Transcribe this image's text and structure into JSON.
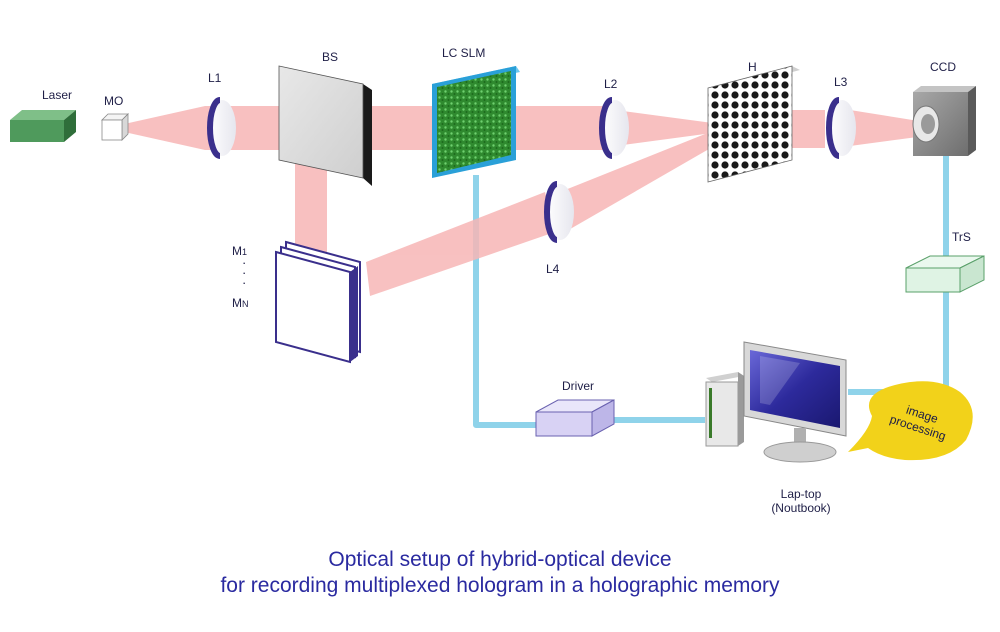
{
  "labels": {
    "laser": "Laser",
    "mo": "MO",
    "l1": "L1",
    "bs": "BS",
    "lc_slm": "LC SLM",
    "l2": "L2",
    "h": "H",
    "l3": "L3",
    "ccd": "CCD",
    "l4": "L4",
    "trs": "TrS",
    "m1_main": "M",
    "m1_sub": "1",
    "mn_main": "M",
    "mn_sub": "N",
    "ellipsis": "·",
    "driver": "Driver",
    "laptop_line1": "Lap-top",
    "laptop_line2": "(Noutbook)",
    "bubble_line1": "image",
    "bubble_line2": "processing"
  },
  "caption": {
    "line1": "Optical setup of hybrid-optical device",
    "line2": "for recording multiplexed hologram in a holographic memory"
  },
  "colors": {
    "beam": "#f7b6b6",
    "cable": "#8fd3ea",
    "lens_rim": "#3a2f8c",
    "laser_body": "#4f9a5c",
    "slm_green": "#2f8a2f",
    "slm_frame": "#2aa0d8",
    "bubble": "#f2d21a",
    "caption": "#2a2aa0"
  }
}
